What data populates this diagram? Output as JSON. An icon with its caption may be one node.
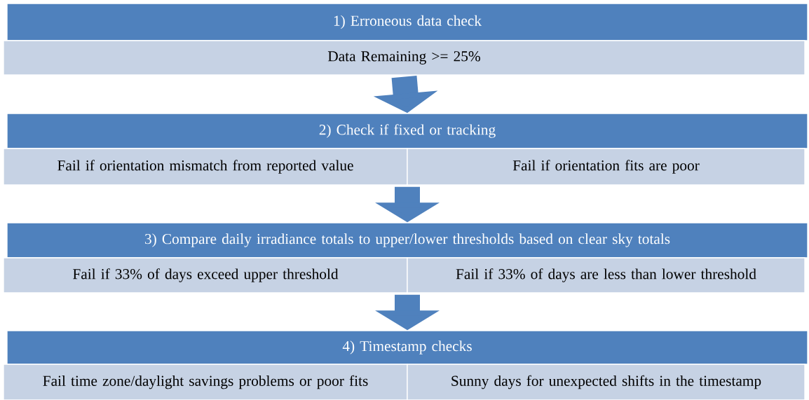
{
  "diagram": {
    "nodes": [
      {
        "text": [
          "1) Erroneous data check"
        ]
      },
      {
        "text": [
          "Data Remaining >= 25%"
        ]
      },
      {
        "text": [
          "2) Check if fixed or tracking"
        ]
      },
      {
        "text": [
          "Fail if orientation mismatch from reported value"
        ]
      },
      {
        "text": [
          "Fail if orientation fits are poor"
        ]
      },
      {
        "text": [
          "3) Compare daily irradiance totals to upper/lower thresholds based on clear sky totals"
        ]
      },
      {
        "text": [
          "Fail if 33% of days exceed upper threshold"
        ]
      },
      {
        "text": [
          "Fail if 33% of days are less than lower threshold"
        ]
      },
      {
        "text": [
          "4) Timestamp checks"
        ]
      },
      {
        "text": [
          "Fail time zone/daylight savings problems or poor fits"
        ]
      },
      {
        "text": [
          "Sunny days for unexpected shifts in the timestamp"
        ]
      }
    ],
    "edges": [
      {
        "from": 1,
        "to": 2,
        "arrow": "to"
      },
      {
        "from": 3,
        "to": 5,
        "arrow": "to"
      },
      {
        "from": 4,
        "to": 5,
        "arrow": "to"
      },
      {
        "from": 6,
        "to": 8,
        "arrow": "to"
      },
      {
        "from": 7,
        "to": 8,
        "arrow": "to"
      }
    ]
  }
}
